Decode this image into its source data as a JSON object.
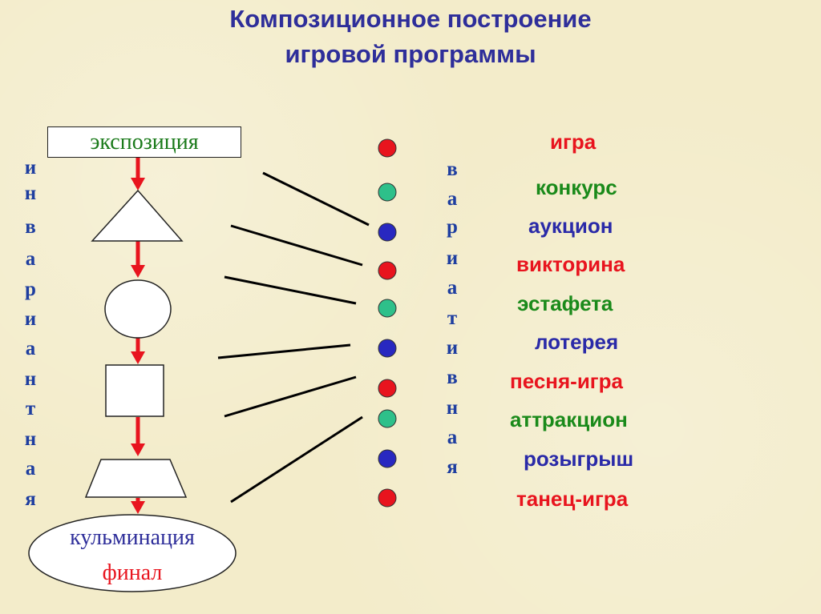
{
  "title": {
    "line1": "Композиционное построение",
    "line2": "игровой программы"
  },
  "left_vertical": [
    "и",
    "н",
    "в",
    "а",
    "р",
    "и",
    "а",
    "н",
    "т",
    "н",
    "а",
    "я"
  ],
  "middle_vertical": [
    "в",
    "а",
    "р",
    "и",
    "а",
    "т",
    "и",
    "в",
    "н",
    "а",
    "я"
  ],
  "exposition": "экспозиция",
  "climax": {
    "line1": "кульминация",
    "line2": "финал"
  },
  "colors": {
    "title": "#2e2e9a",
    "red": "#e8141e",
    "green": "#1a8a1a",
    "blue": "#2a2aa8",
    "vertical_text": "#1e3ea0",
    "dot_red": "#e8141e",
    "dot_green": "#2ec08a",
    "dot_blue": "#2828c0"
  },
  "dots": [
    "red",
    "green",
    "blue",
    "red",
    "green",
    "blue",
    "red",
    "green",
    "blue",
    "red"
  ],
  "game_forms": [
    {
      "label": "игра",
      "color": "red"
    },
    {
      "label": "конкурс",
      "color": "green"
    },
    {
      "label": "аукцион",
      "color": "blue"
    },
    {
      "label": "викторина",
      "color": "red"
    },
    {
      "label": "эстафета",
      "color": "green"
    },
    {
      "label": "лотерея",
      "color": "blue"
    },
    {
      "label": "песня-игра",
      "color": "red"
    },
    {
      "label": "аттракцион",
      "color": "green"
    },
    {
      "label": "розыгрыш",
      "color": "blue"
    },
    {
      "label": "танец-игра",
      "color": "red"
    }
  ]
}
